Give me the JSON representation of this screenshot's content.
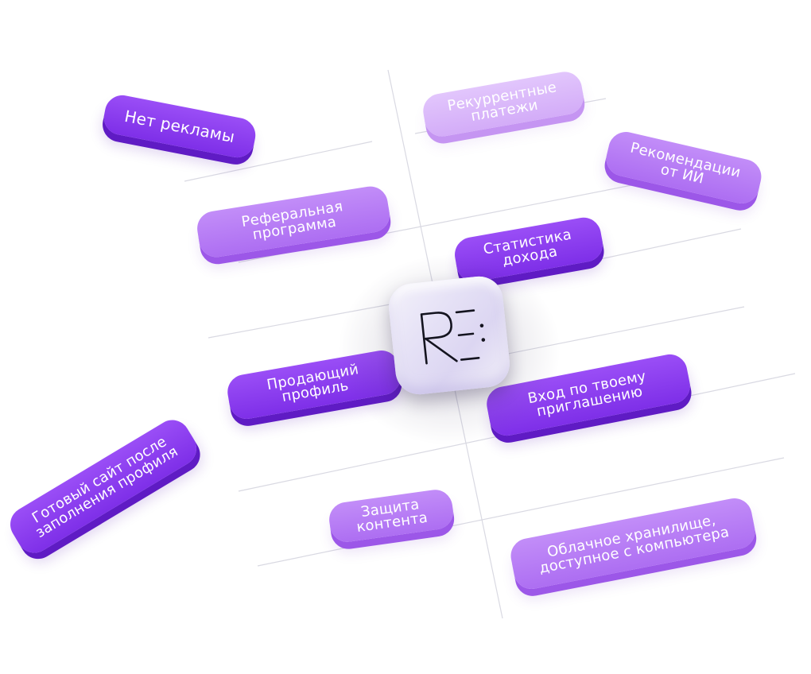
{
  "features": [
    {
      "label": [
        "Нет рекламы"
      ],
      "tone": "dark"
    },
    {
      "label": [
        "Рекуррентные",
        "платежи"
      ],
      "tone": "light"
    },
    {
      "label": [
        "Рекомендации",
        "от ИИ"
      ],
      "tone": "mid"
    },
    {
      "label": [
        "Реферальная",
        "программа"
      ],
      "tone": "mid"
    },
    {
      "label": [
        "Статистика",
        "дохода"
      ],
      "tone": "dark"
    },
    {
      "label": [
        "Продающий",
        "профиль"
      ],
      "tone": "dark"
    },
    {
      "label": [
        "Вход по твоему",
        "приглашению"
      ],
      "tone": "dark"
    },
    {
      "label": [
        "Готовый сайт после",
        "заполнения профиля"
      ],
      "tone": "dark"
    },
    {
      "label": [
        "Защита",
        "контента"
      ],
      "tone": "mid"
    },
    {
      "label": [
        "Облачное хранилище,",
        "доступное с компьютера"
      ],
      "tone": "mid"
    }
  ],
  "logo": {
    "icon": "re-logo-icon"
  },
  "colors": {
    "dark": "#8a3df0",
    "mid": "#b77cf5",
    "light": "#dcbafa",
    "grid_line": "#d9d9e2"
  }
}
